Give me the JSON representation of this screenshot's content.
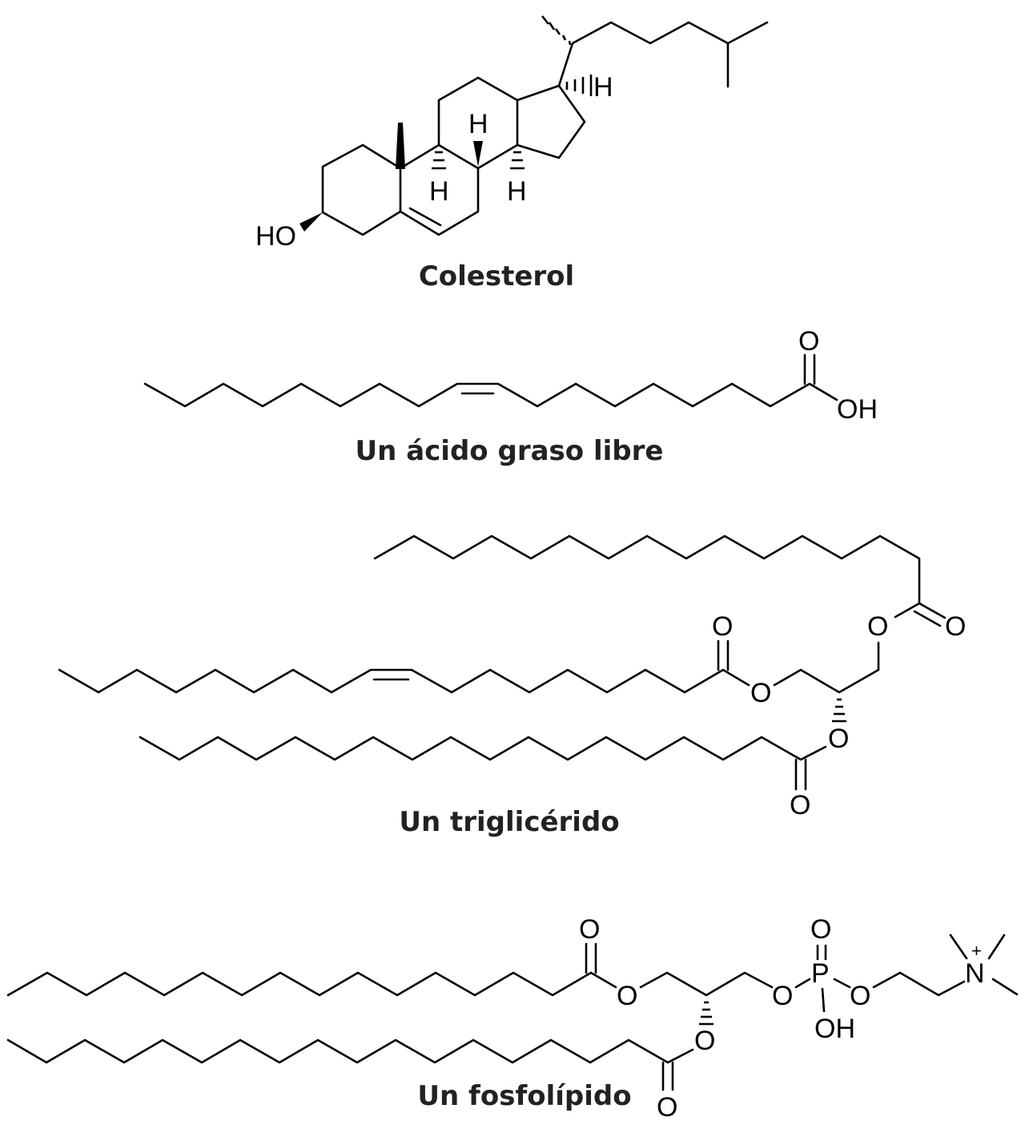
{
  "molecules": {
    "cholesterol": {
      "caption": "Colesterol",
      "atoms": {
        "ho": "HO",
        "h17": "H",
        "h8": "H",
        "h9": "H",
        "h14": "H"
      }
    },
    "fatty_acid": {
      "caption": "Un ácido graso libre",
      "atoms": {
        "o_carbonyl": "O",
        "oh": "OH"
      }
    },
    "triglyceride": {
      "caption": "Un triglicérido",
      "atoms": {
        "o_top_carbonyl": "O",
        "o_top_ester": "O",
        "o_mid_carbonyl": "O",
        "o_mid_ester": "O",
        "o_bot_ester": "O",
        "o_bot_carbonyl": "O"
      }
    },
    "phospholipid": {
      "caption": "Un fosfolípido",
      "atoms": {
        "o_carbonyl1": "O",
        "o_ester1": "O",
        "o_ester2": "O",
        "o_carbonyl2": "O",
        "o_p1": "O",
        "p": "P",
        "o_p_double": "O",
        "oh": "OH",
        "o_p2": "O",
        "n": "N",
        "charge": "+"
      }
    }
  }
}
